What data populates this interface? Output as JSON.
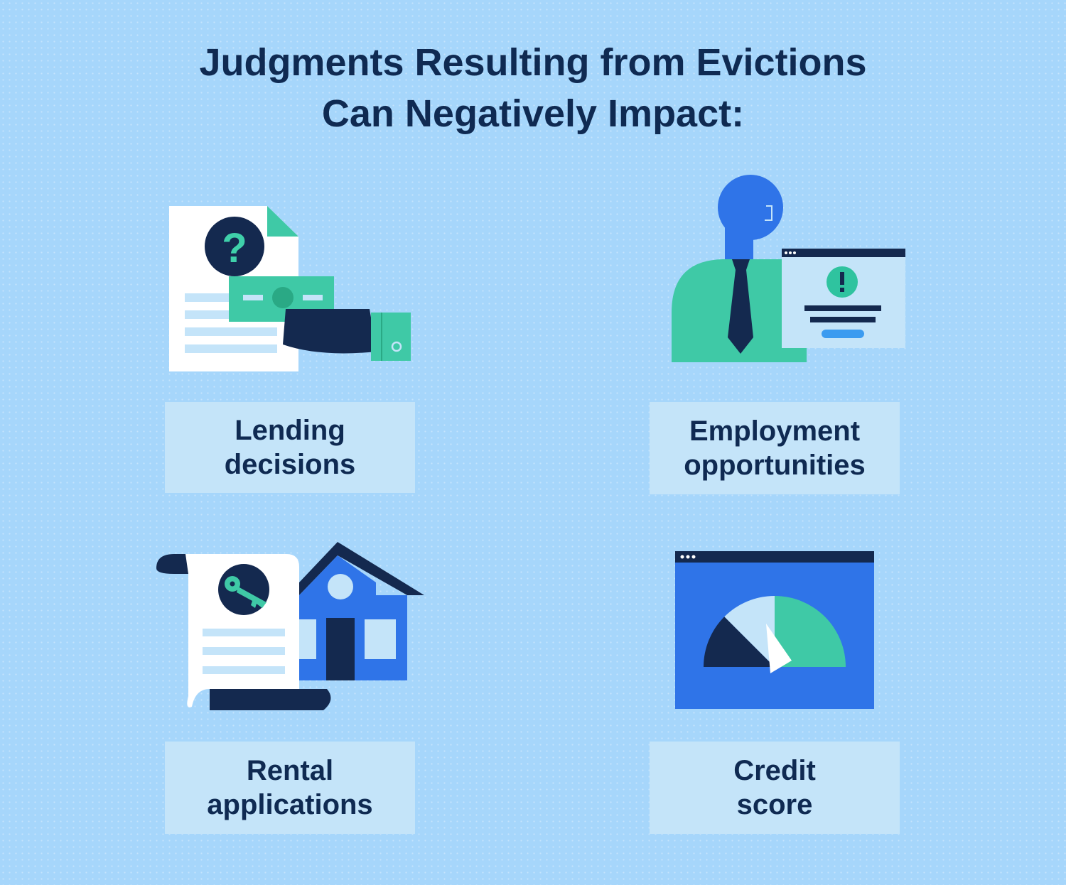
{
  "title": {
    "line1": "Judgments Resulting from Evictions",
    "line2": "Can Negatively Impact:"
  },
  "items": [
    {
      "line1": "Lending",
      "line2": "decisions",
      "icon": "lending-document-money-icon"
    },
    {
      "line1": "Employment",
      "line2": "opportunities",
      "icon": "employee-alert-icon"
    },
    {
      "line1": "Rental",
      "line2": "applications",
      "icon": "rental-lease-house-icon"
    },
    {
      "line1": "Credit",
      "line2": "score",
      "icon": "credit-score-gauge-icon"
    }
  ],
  "colors": {
    "background": "#a6d6fb",
    "navy": "#0f2a52",
    "teal": "#34c9a3",
    "blue": "#2f74e8",
    "label_box": "#c4e4f9"
  }
}
